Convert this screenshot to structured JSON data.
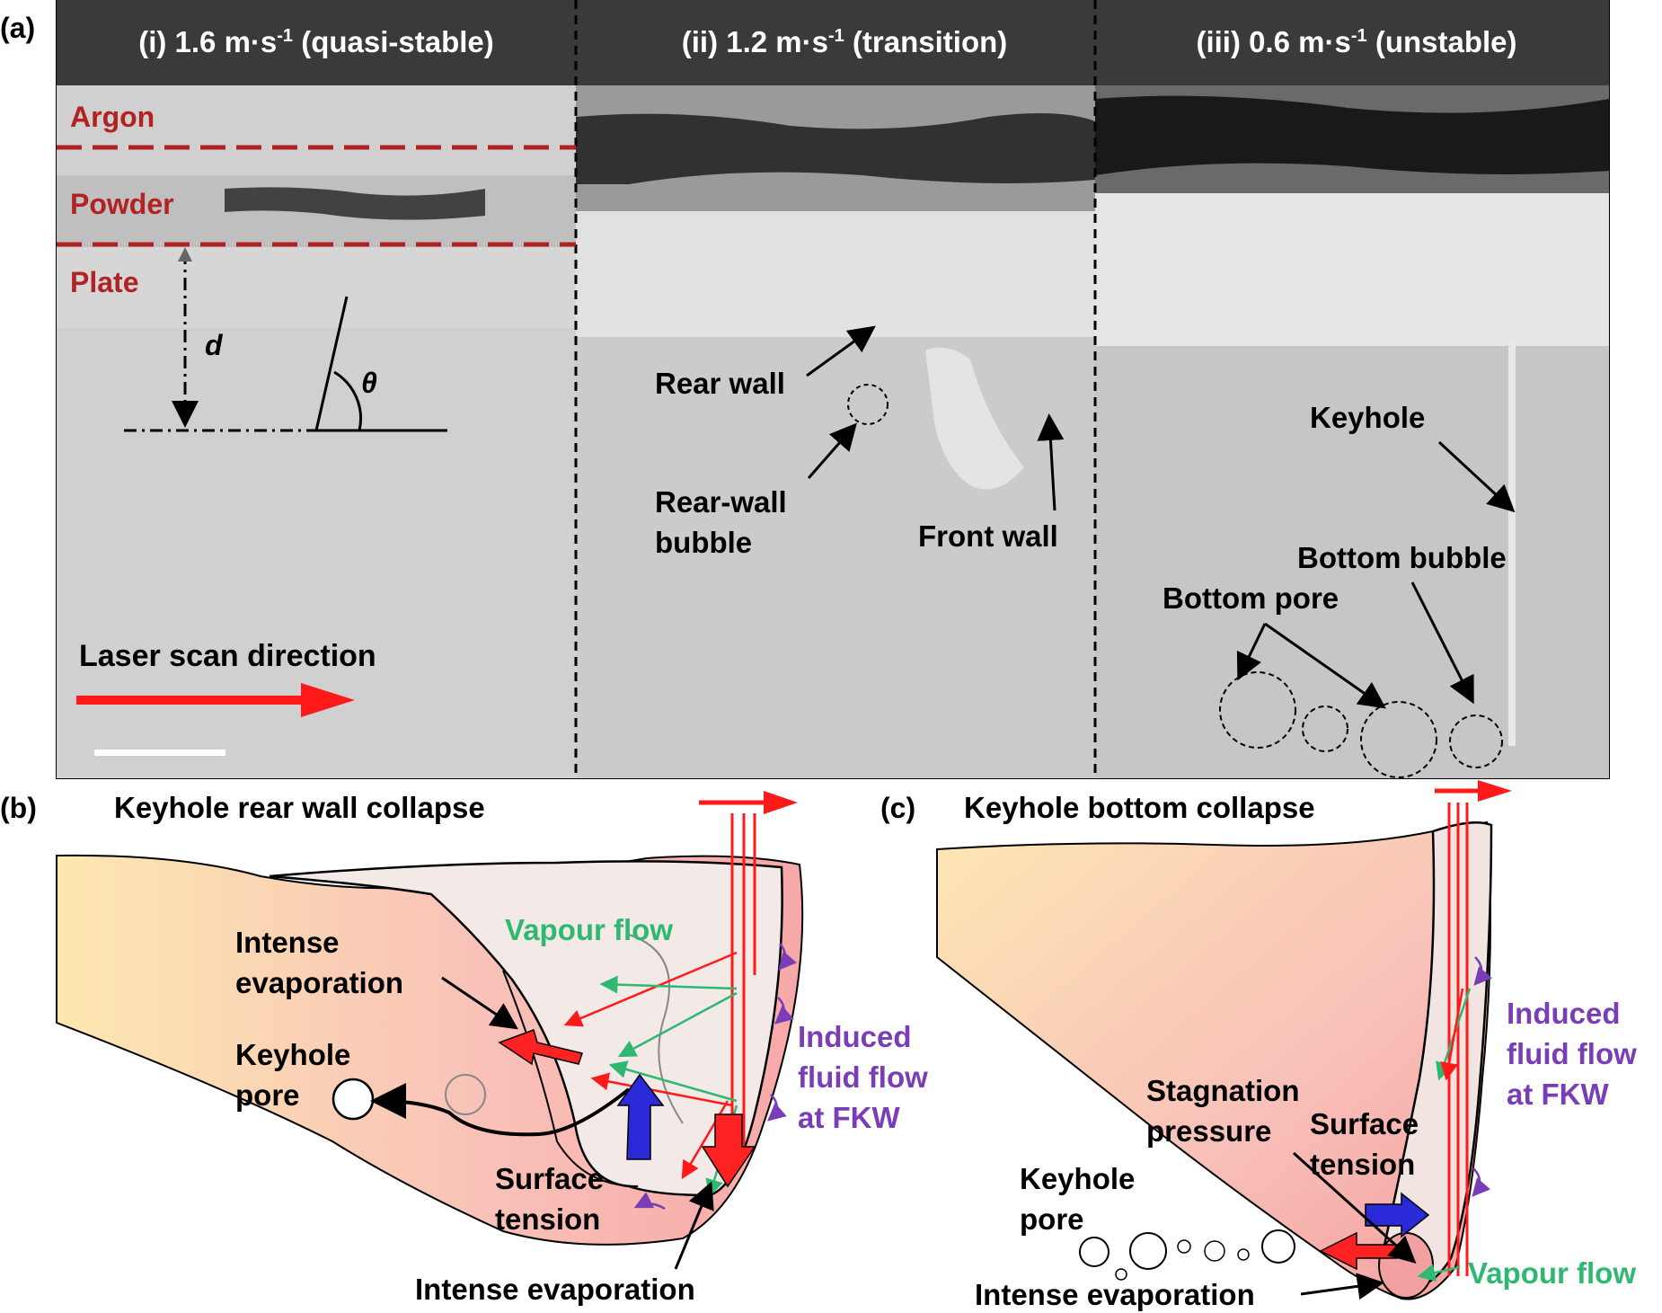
{
  "panel_a": {
    "label": "(a)",
    "headers": {
      "i": {
        "pre": "(i) 1.6 m·s",
        "sup": "-1",
        "post": " (quasi-stable)"
      },
      "ii": {
        "pre": "(ii) 1.2 m·s",
        "sup": "-1",
        "post": " (transition)"
      },
      "iii": {
        "pre": "(iii) 0.6 m·s",
        "sup": "-1",
        "post": " (unstable)"
      }
    },
    "layers": {
      "argon": "Argon",
      "powder": "Powder",
      "plate": "Plate"
    },
    "symbols": {
      "d": "d",
      "theta": "θ"
    },
    "laser": "Laser scan direction",
    "transition": {
      "rear_wall": "Rear wall",
      "rear_wall_bubble_1": "Rear-wall",
      "rear_wall_bubble_2": "bubble",
      "front_wall": "Front wall"
    },
    "unstable": {
      "keyhole": "Keyhole",
      "bottom_bubble": "Bottom bubble",
      "bottom_pore": "Bottom pore"
    }
  },
  "panel_b": {
    "label": "(b)",
    "title": "Keyhole rear wall collapse",
    "vapour_flow": "Vapour flow",
    "intense_evap_1": "Intense",
    "intense_evap_2": "evaporation",
    "keyhole_pore_1": "Keyhole",
    "keyhole_pore_2": "pore",
    "induced_1": "Induced",
    "induced_2": "fluid flow",
    "induced_3": "at FKW",
    "surface_tension_1": "Surface",
    "surface_tension_2": "tension",
    "intense_evaporation": "Intense evaporation"
  },
  "panel_c": {
    "label": "(c)",
    "title": "Keyhole bottom collapse",
    "induced_1": "Induced",
    "induced_2": "fluid flow",
    "induced_3": "at FKW",
    "stagnation_1": "Stagnation",
    "stagnation_2": "pressure",
    "surface_tension_1": "Surface",
    "surface_tension_2": "tension",
    "keyhole_pore_1": "Keyhole",
    "keyhole_pore_2": "pore",
    "vapour_flow": "Vapour flow",
    "intense_evaporation": "Intense evaporation"
  },
  "colors": {
    "header_bg": "#3a3a3a",
    "layer_label": "#b22222",
    "laser_red": "#ff1a1a",
    "vapour_green": "#2eb872",
    "induced_purple": "#7a3db8",
    "tension_blue": "#2222cc"
  }
}
